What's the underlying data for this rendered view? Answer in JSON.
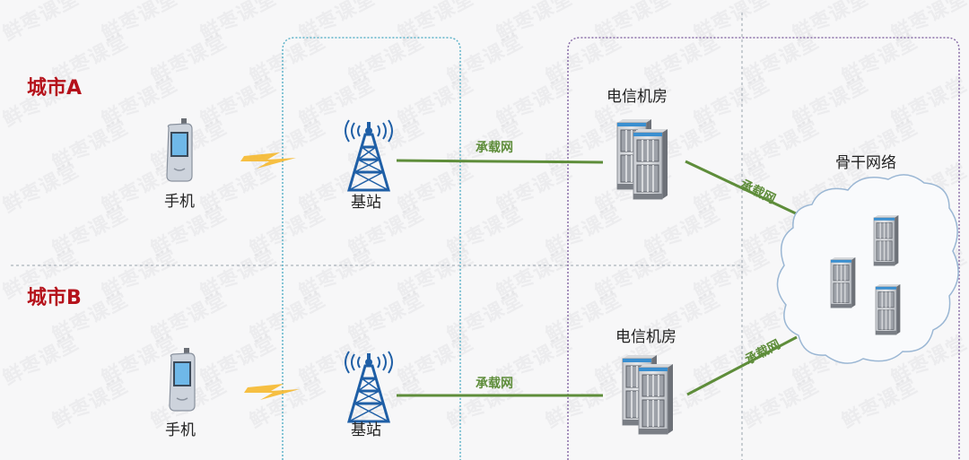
{
  "watermark": "鲜枣课堂",
  "cities": [
    {
      "label": "城市A",
      "phone_label": "手机",
      "base_station_label": "基站",
      "link_label": "承载网",
      "room_label": "电信机房",
      "uplink_label": "承载网"
    },
    {
      "label": "城市B",
      "phone_label": "手机",
      "base_station_label": "基站",
      "link_label": "承载网",
      "room_label": "电信机房",
      "uplink_label": "承载网"
    }
  ],
  "backbone": {
    "label": "骨干网络"
  },
  "colors": {
    "city_label": "#b5121b",
    "link": "#5e8d3a",
    "tower": "#1f5fa6",
    "lightning": "#f5b82e",
    "access_box_border": "#5fb3c9",
    "core_box_border": "#8a6fa8",
    "cloud_border": "#9bb7d4"
  }
}
